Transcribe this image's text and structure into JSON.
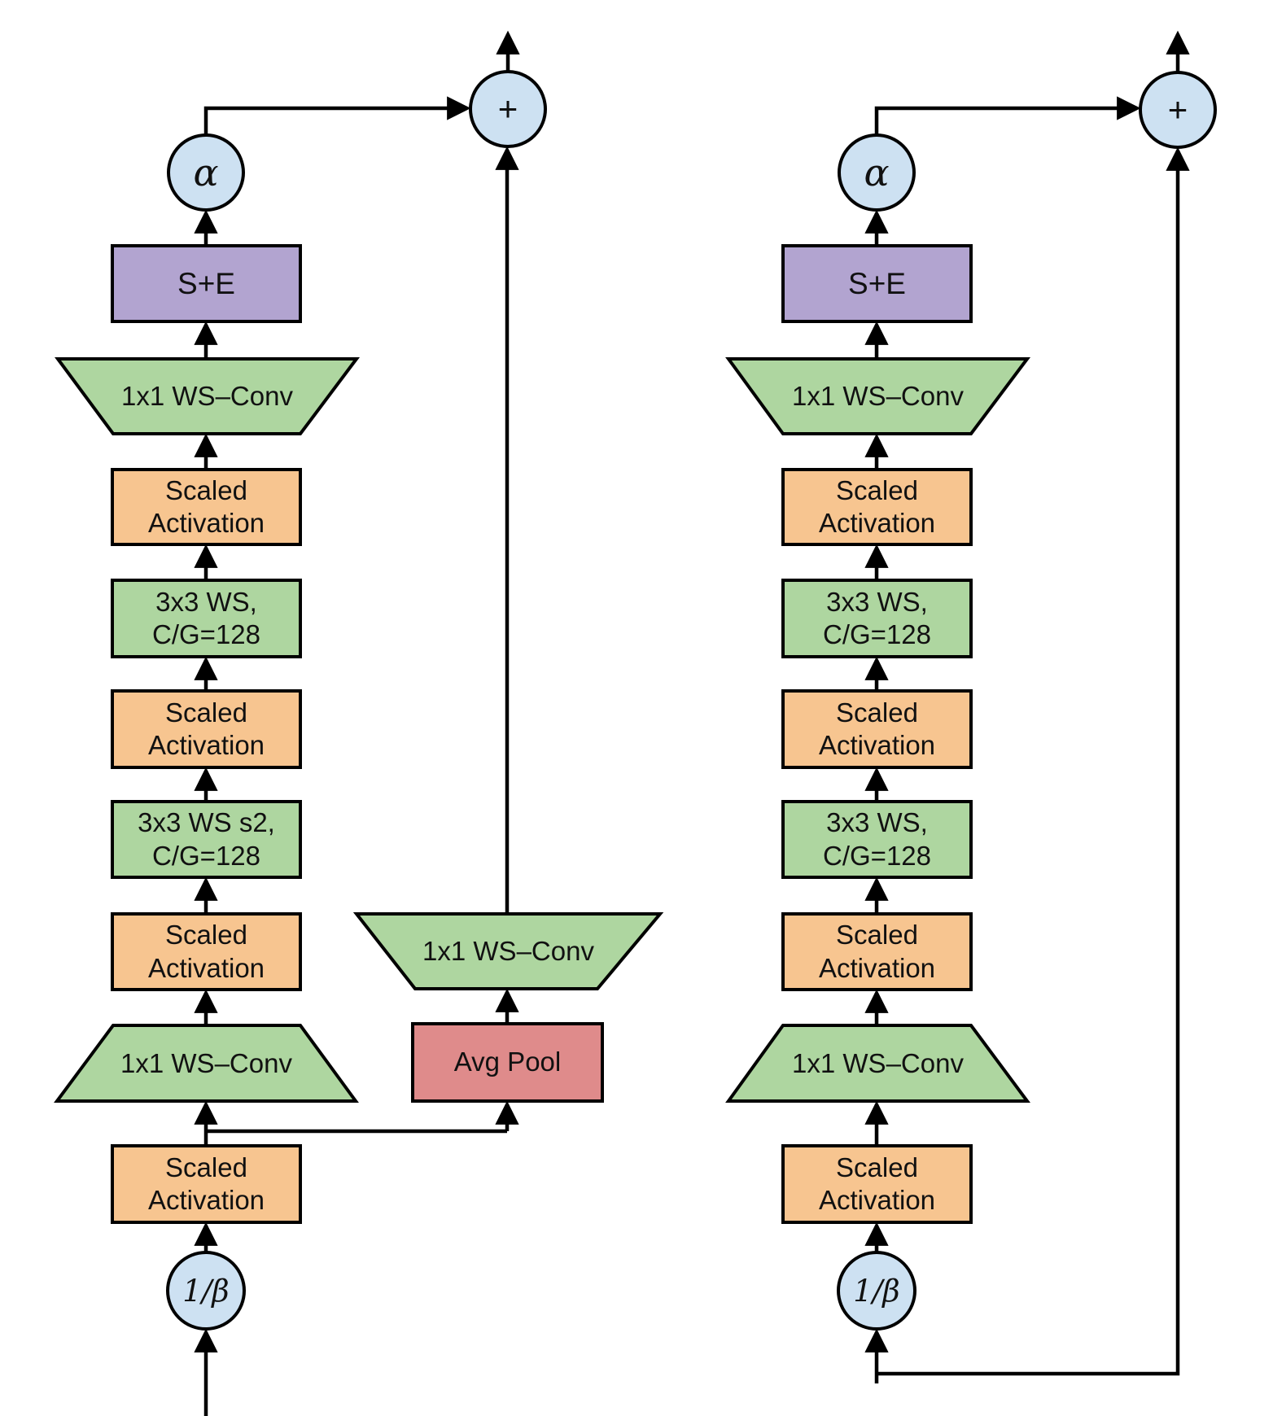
{
  "colors": {
    "scalar_node_fill": "#cde1f2",
    "conv_fill": "#aed6a0",
    "activation_fill": "#f7c590",
    "se_fill": "#b2a4d0",
    "pool_fill": "#df8b8b",
    "line": "#000000",
    "background": "#ffffff"
  },
  "left_block": {
    "sum_label": "+",
    "alpha_label": "α",
    "se_label": "S+E",
    "conv_expand_label": "1x1 WS–Conv",
    "activation1": {
      "line1": "Scaled",
      "line2": "Activation"
    },
    "conv3a": {
      "line1": "3x3 WS,",
      "line2": "C/G=128"
    },
    "activation2": {
      "line1": "Scaled",
      "line2": "Activation"
    },
    "conv3b": {
      "line1": "3x3 WS s2,",
      "line2": "C/G=128"
    },
    "activation3": {
      "line1": "Scaled",
      "line2": "Activation"
    },
    "conv_reduce_label": "1x1 WS–Conv",
    "activation4": {
      "line1": "Scaled",
      "line2": "Activation"
    },
    "beta_label": "1/β",
    "shortcut": {
      "conv_label": "1x1 WS–Conv",
      "pool_label": "Avg Pool"
    }
  },
  "right_block": {
    "sum_label": "+",
    "alpha_label": "α",
    "se_label": "S+E",
    "conv_expand_label": "1x1 WS–Conv",
    "activation1": {
      "line1": "Scaled",
      "line2": "Activation"
    },
    "conv3a": {
      "line1": "3x3 WS,",
      "line2": "C/G=128"
    },
    "activation2": {
      "line1": "Scaled",
      "line2": "Activation"
    },
    "conv3b": {
      "line1": "3x3 WS,",
      "line2": "C/G=128"
    },
    "activation3": {
      "line1": "Scaled",
      "line2": "Activation"
    },
    "conv_reduce_label": "1x1 WS–Conv",
    "activation4": {
      "line1": "Scaled",
      "line2": "Activation"
    },
    "beta_label": "1/β"
  }
}
